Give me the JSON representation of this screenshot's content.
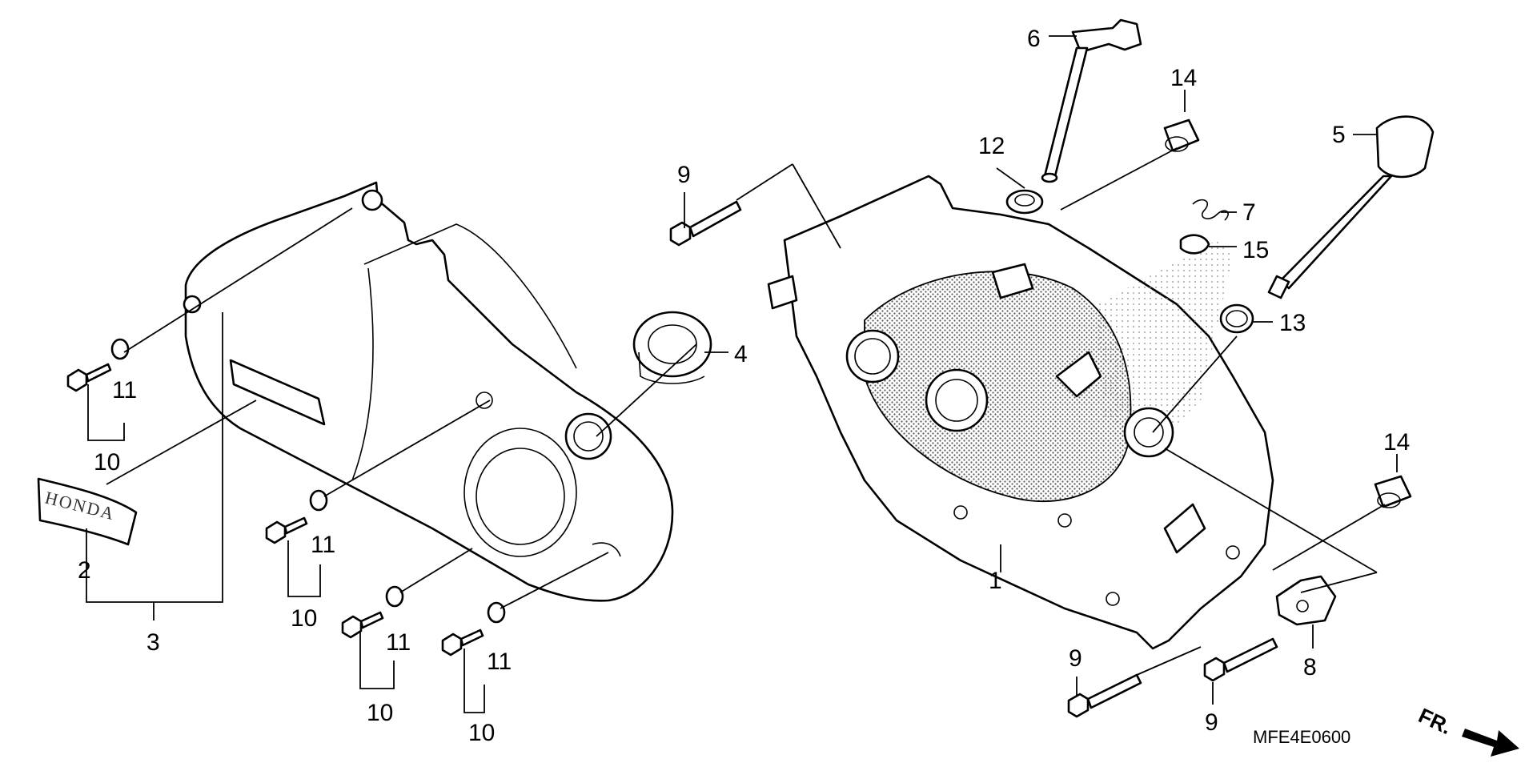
{
  "diagram": {
    "code": "MFE4E0600",
    "direction_label": "FR.",
    "emblem_text": "HONDA",
    "callouts": [
      "1",
      "2",
      "3",
      "4",
      "5",
      "6",
      "7",
      "8",
      "9",
      "9",
      "9",
      "10",
      "10",
      "10",
      "10",
      "11",
      "11",
      "11",
      "11",
      "12",
      "13",
      "14",
      "14",
      "15"
    ]
  }
}
